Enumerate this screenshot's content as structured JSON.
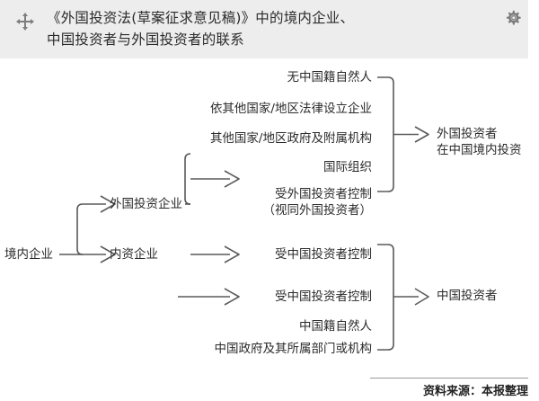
{
  "header": {
    "title": "《外国投资法(草案征求意见稿)》中的境内企业、\n中国投资者与外国投资者的联系",
    "move_icon": "move-icon",
    "settings_icon": "gear-icon",
    "background": "#ededed"
  },
  "diagram": {
    "root": {
      "label": "境内企业"
    },
    "branches": [
      {
        "label": "外国投资企业"
      },
      {
        "label": "内资企业"
      }
    ],
    "foreign_group": {
      "items": [
        {
          "label": "无中国籍自然人"
        },
        {
          "label": "依其他国家/地区法律设立企业"
        },
        {
          "label": "其他国家/地区政府及附属机构"
        },
        {
          "label": "国际组织"
        },
        {
          "label": "受外国投资者控制\n（视同外国投资者）"
        }
      ],
      "result": "外国投资者\n在中国境内投资"
    },
    "chinese_group": {
      "items": [
        {
          "label": "受中国投资者控制"
        },
        {
          "label": "受中国投资者控制"
        },
        {
          "label": "中国籍自然人"
        },
        {
          "label": "中国政府及其所属部门或机构"
        }
      ],
      "result": "中国投资者"
    },
    "line_color": "#5a5a5a"
  },
  "footer": {
    "source": "资料来源：本报整理"
  }
}
